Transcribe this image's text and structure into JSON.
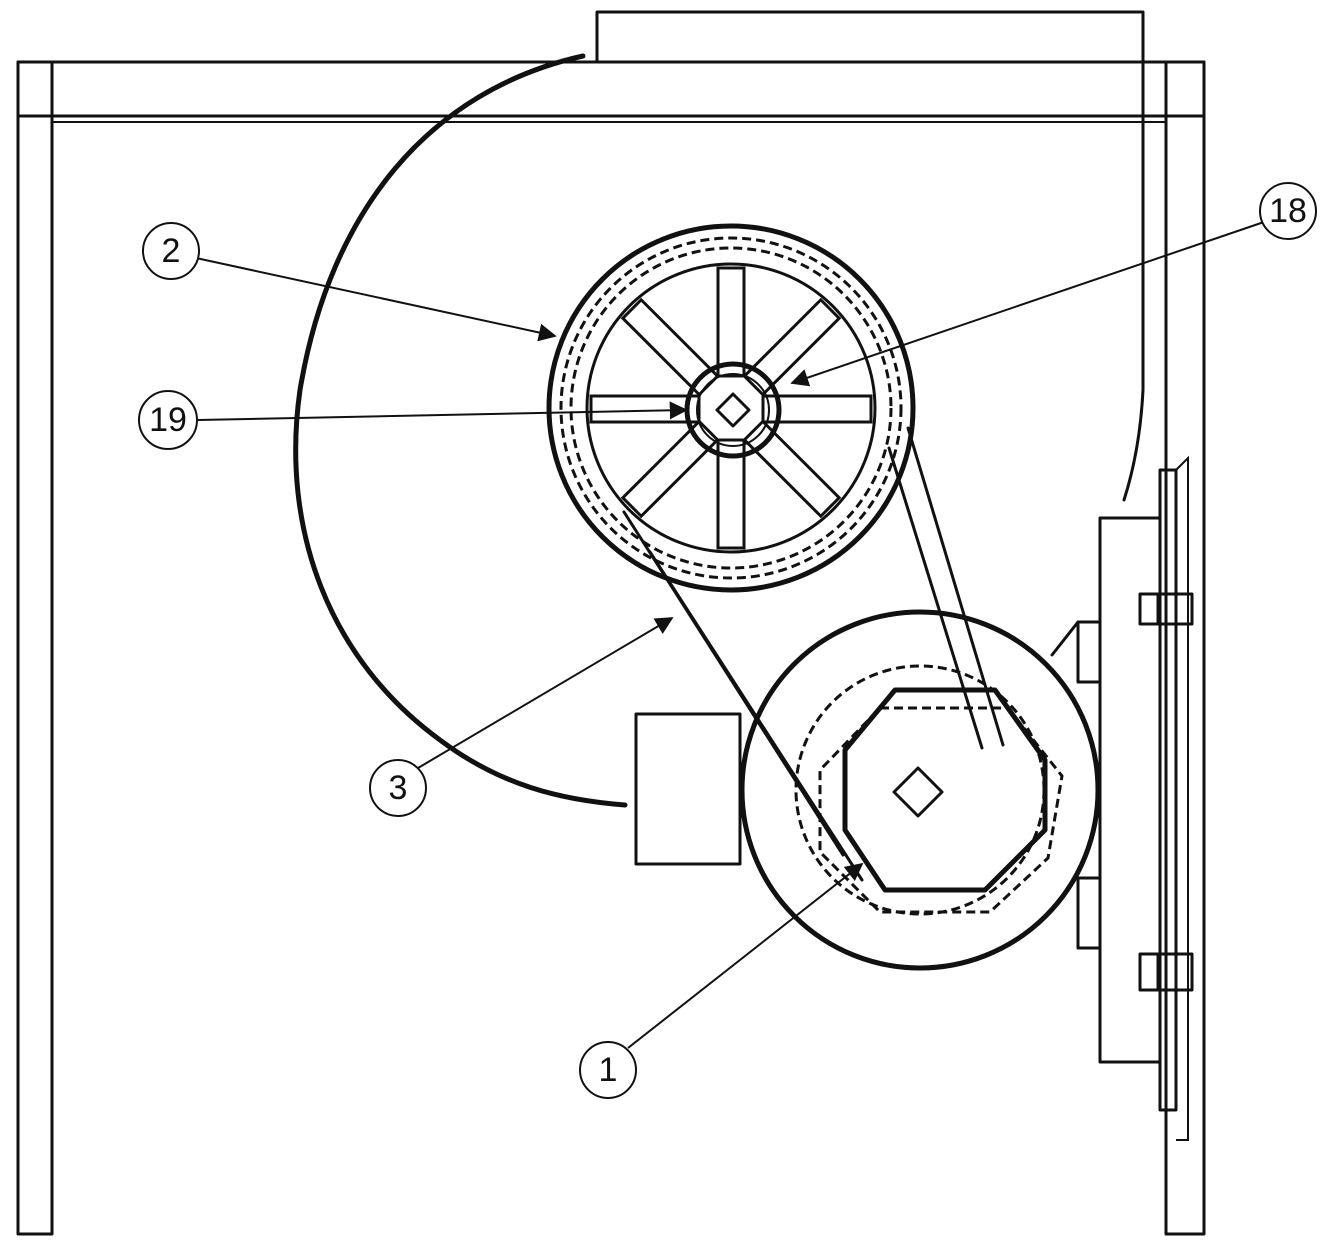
{
  "callouts": {
    "c2": "2",
    "c18": "18",
    "c19": "19",
    "c3": "3",
    "c1": "1"
  }
}
